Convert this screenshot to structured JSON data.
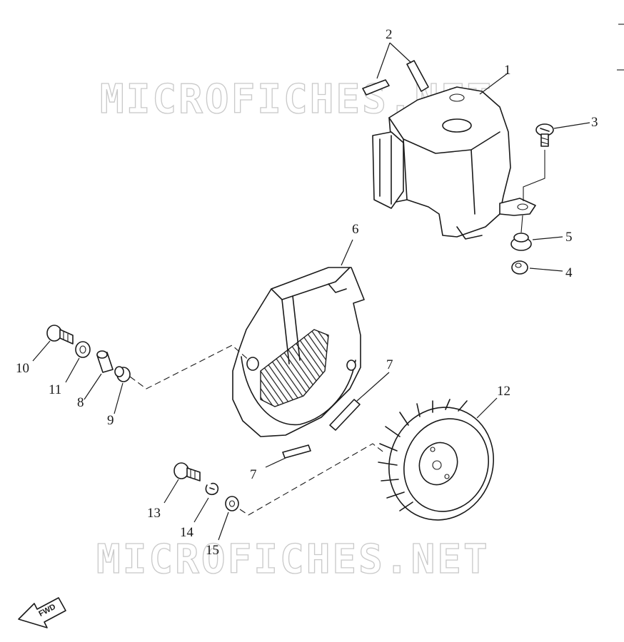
{
  "watermark": {
    "top": "MICROFICHES.NET",
    "bottom": "MICROFICHES.NET"
  },
  "direction_badge": "FWD",
  "callouts": {
    "c1": "1",
    "c2": "2",
    "c3": "3",
    "c4": "4",
    "c5": "5",
    "c6": "6",
    "c7a": "7",
    "c7b": "7",
    "c8": "8",
    "c9": "9",
    "c10": "10",
    "c11": "11",
    "c12": "12",
    "c13": "13",
    "c14": "14",
    "c15": "15"
  },
  "colors": {
    "line": "#1a1a1a",
    "watermark": "#c9c9c9",
    "background": "#ffffff"
  }
}
